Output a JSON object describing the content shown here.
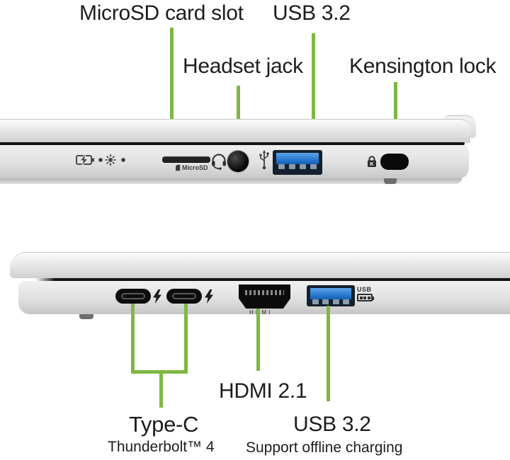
{
  "colors": {
    "accent_green": "#7eb843",
    "usb_blue": "#2273cc",
    "text": "#1d1d1d"
  },
  "top_view": {
    "labels": {
      "microsd": "MicroSD card slot",
      "usb": "USB 3.2",
      "headset": "Headset jack",
      "kensington": "Kensington lock"
    },
    "markings": {
      "microsd": "MicroSD"
    },
    "icons": [
      "battery-charging-icon",
      "led-dot",
      "power-indicator-icon",
      "led-dot",
      "microsd-card-icon",
      "headset-icon",
      "usb-icon",
      "kensington-lock-icon"
    ]
  },
  "bottom_view": {
    "labels": {
      "hdmi": "HDMI 2.1",
      "typec": "Type-C",
      "typec_sub": "Thunderbolt™ 4",
      "usb": "USB 3.2",
      "usb_sub": "Support offline charging"
    },
    "markings": {
      "hdmi": "HDMI",
      "usb": "USB"
    },
    "icons": [
      "thunderbolt-icon",
      "thunderbolt-icon",
      "usb-offline-charging-icon"
    ]
  }
}
